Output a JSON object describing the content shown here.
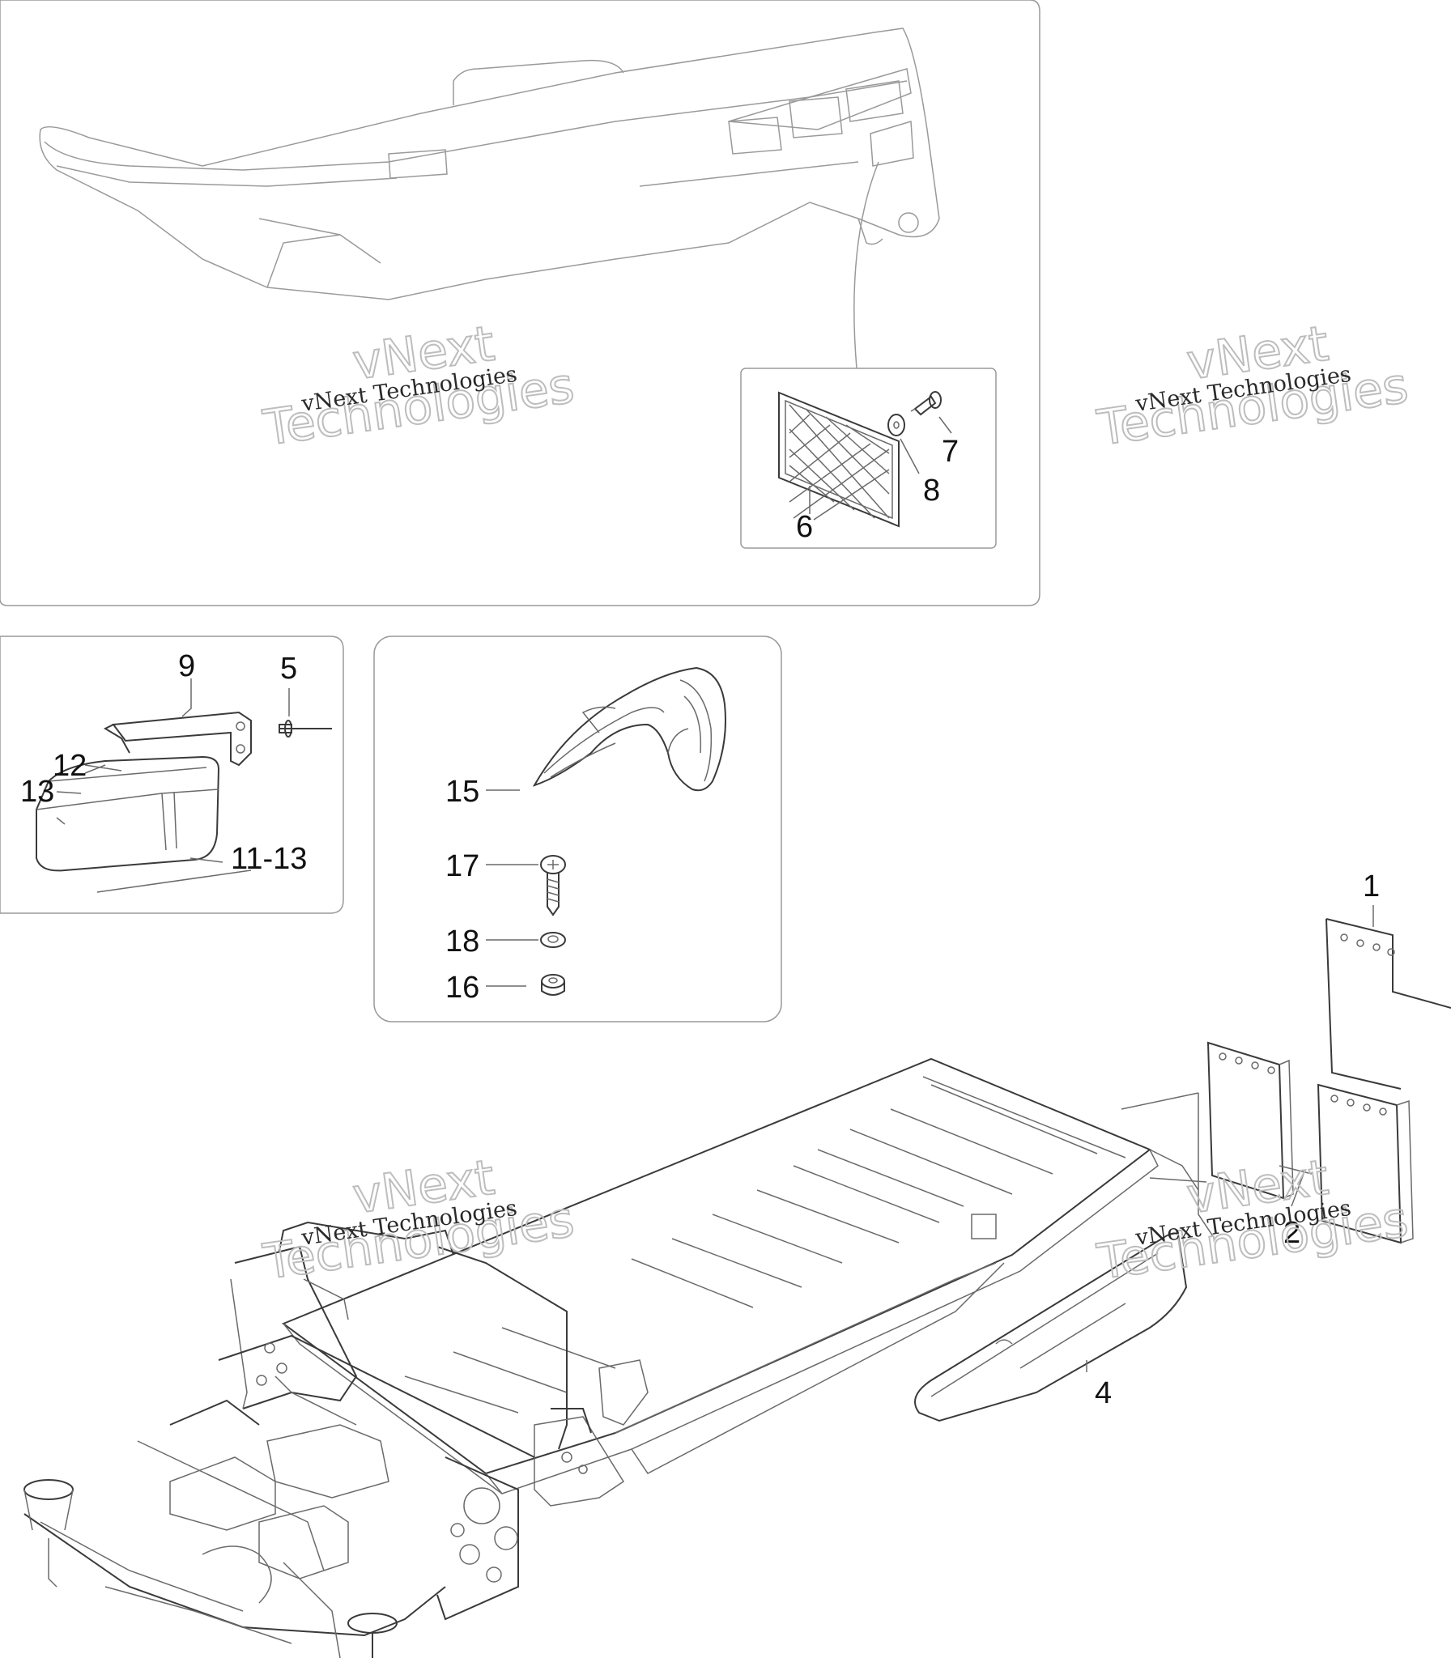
{
  "callouts": {
    "c1": "1",
    "c2": "2",
    "c4": "4",
    "c5": "5",
    "c6": "6",
    "c7": "7",
    "c8": "8",
    "c9": "9",
    "c11_13": "11-13",
    "c12": "12",
    "c13": "13",
    "c15": "15",
    "c16": "16",
    "c17": "17",
    "c18": "18"
  },
  "watermark": {
    "line1": "vNext",
    "line2": "Technologies",
    "small": "vNext Technologies"
  }
}
